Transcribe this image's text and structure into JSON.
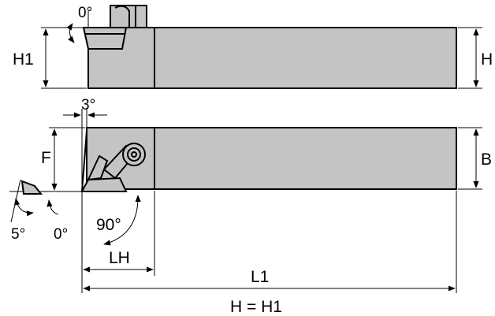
{
  "labels": {
    "top_clearance_angle": "0°",
    "h1_left": "H1",
    "h_right": "H",
    "side_clearance_angle": "3°",
    "f": "F",
    "b": "B",
    "rake_angle_5": "5°",
    "rake_angle_0": "0°",
    "approach_angle": "90°",
    "lh": "LH",
    "l1": "L1",
    "footnote": "H = H1"
  },
  "colors": {
    "body_fill": "#c4c4c4",
    "line": "#000000",
    "background": "#ffffff"
  }
}
